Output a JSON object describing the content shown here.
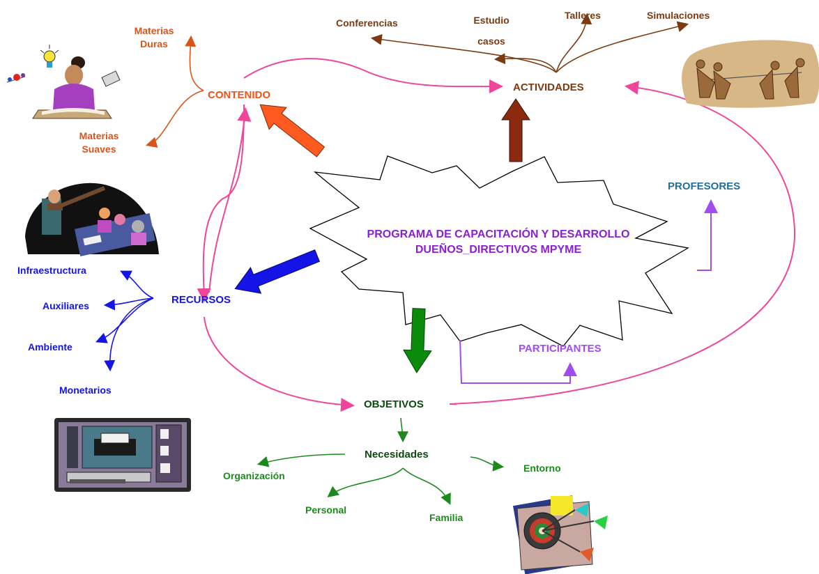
{
  "center": {
    "line1": "PROGRAMA DE CAPACITACIÓN Y DESARROLLO",
    "line2": "DUEÑOS_DIRECTIVOS MPYME"
  },
  "nodes": {
    "contenido": "CONTENIDO",
    "actividades": "ACTIVIDADES",
    "recursos": "RECURSOS",
    "objetivos": "OBJETIVOS",
    "profesores": "PROFESORES",
    "participantes": "PARTICIPANTES",
    "necesidades": "Necesidades"
  },
  "contenido_items": {
    "duras_1": "Materias",
    "duras_2": "Duras",
    "suaves_1": "Materias",
    "suaves_2": "Suaves"
  },
  "actividades_items": {
    "conferencias": "Conferencias",
    "estudio_1": "Estudio",
    "estudio_2": "casos",
    "talleres": "Talleres",
    "simulaciones": "Simulaciones"
  },
  "recursos_items": {
    "infraestructura": "Infraestructura",
    "auxiliares": "Auxiliares",
    "ambiente": "Ambiente",
    "monetarios": "Monetarios"
  },
  "necesidades_items": {
    "organizacion": "Organización",
    "personal": "Personal",
    "familia": "Familia",
    "entorno": "Entorno"
  },
  "colors": {
    "contenido": "#f0521a",
    "actividades": "#7b3a12",
    "recursos": "#1414e6",
    "objetivos": "#0d4a0d",
    "necesidades": "#1c8a1c",
    "profesores": "#1f6e9c",
    "participantes": "#a04cf0",
    "center_text": "#8b1fd1",
    "connector": "#f0459a"
  },
  "icons": [
    "teacher-reading-clipart",
    "classroom-presentation-clipart",
    "tug-of-war-clipart",
    "computer-dashboard-clipart",
    "dartboard-target-clipart"
  ]
}
